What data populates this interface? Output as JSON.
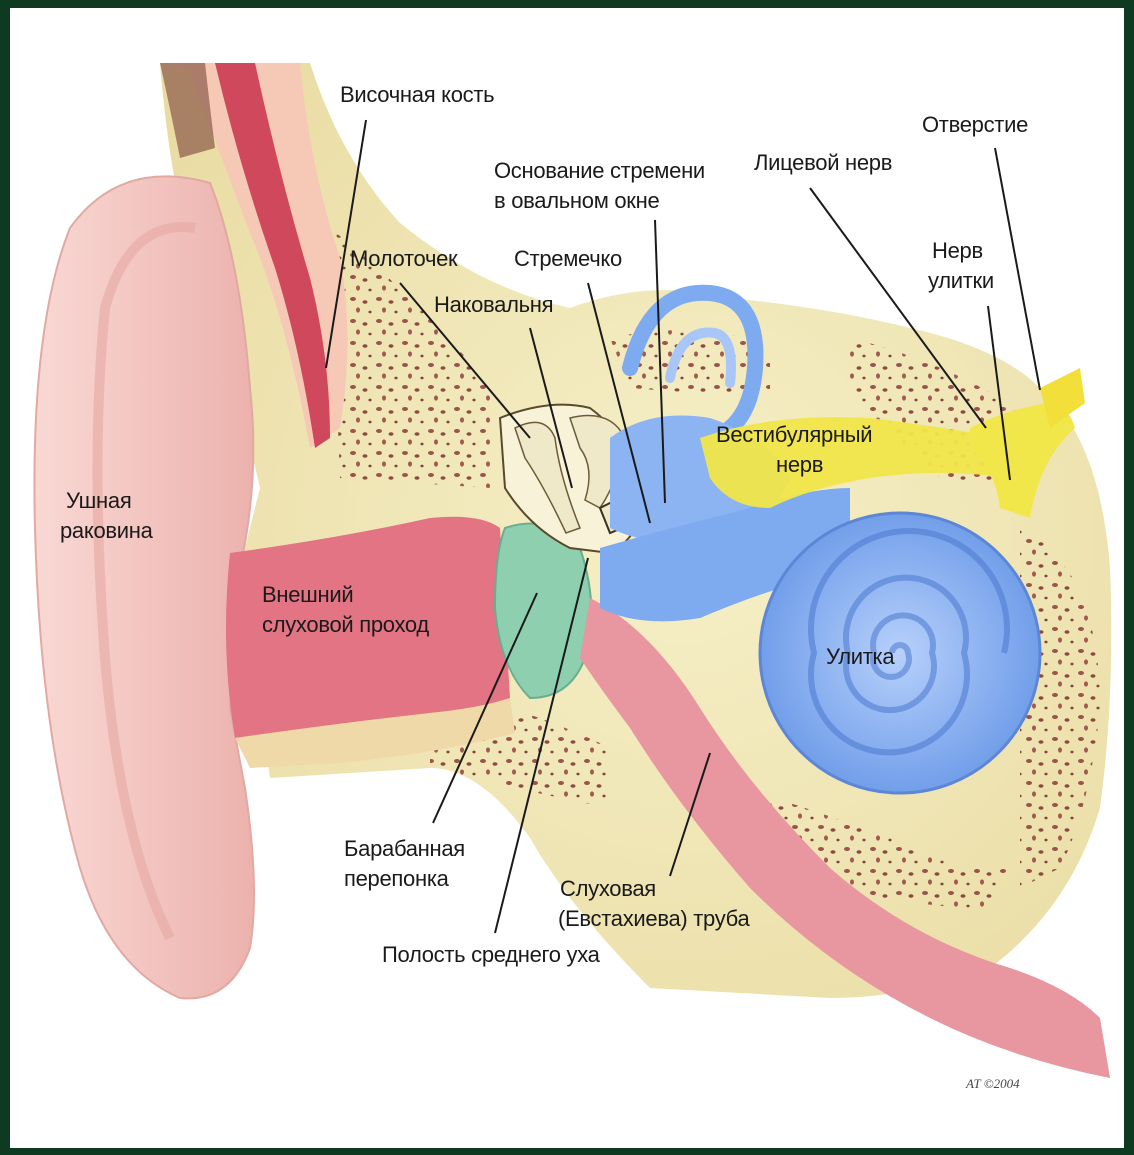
{
  "labels": {
    "temporal_bone": "Височная кость",
    "stapes_base_line1": "Основание стремени",
    "stapes_base_line2": "в овальном окне",
    "facial_nerve": "Лицевой нерв",
    "opening": "Отверстие",
    "malleus": "Молоточек",
    "stapes": "Стремечко",
    "incus": "Наковальня",
    "cochlear_nerve_line1": "Нерв",
    "cochlear_nerve_line2": "улитки",
    "vestibular_nerve_line1": "Вестибулярный",
    "vestibular_nerve_line2": "нерв",
    "auricle_line1": "Ушная",
    "auricle_line2": "раковина",
    "ear_canal_line1": "Внешний",
    "ear_canal_line2": "слуховой проход",
    "cochlea": "Улитка",
    "eardrum_line1": "Барабанная",
    "eardrum_line2": "перепонка",
    "eustachian_line1": "Слуховая",
    "eustachian_line2": "(Евстахиева) труба",
    "middle_ear": "Полость среднего уха"
  },
  "signature": "AT ©2004",
  "colors": {
    "frame": "#0d3a20",
    "skin": "#f4c8c4",
    "canal": "#e47a86",
    "bone": "#f3ecc0",
    "cochlea": "#7eaaf0",
    "nerve": "#f1e64a",
    "eardrum": "#8ecfb0"
  }
}
